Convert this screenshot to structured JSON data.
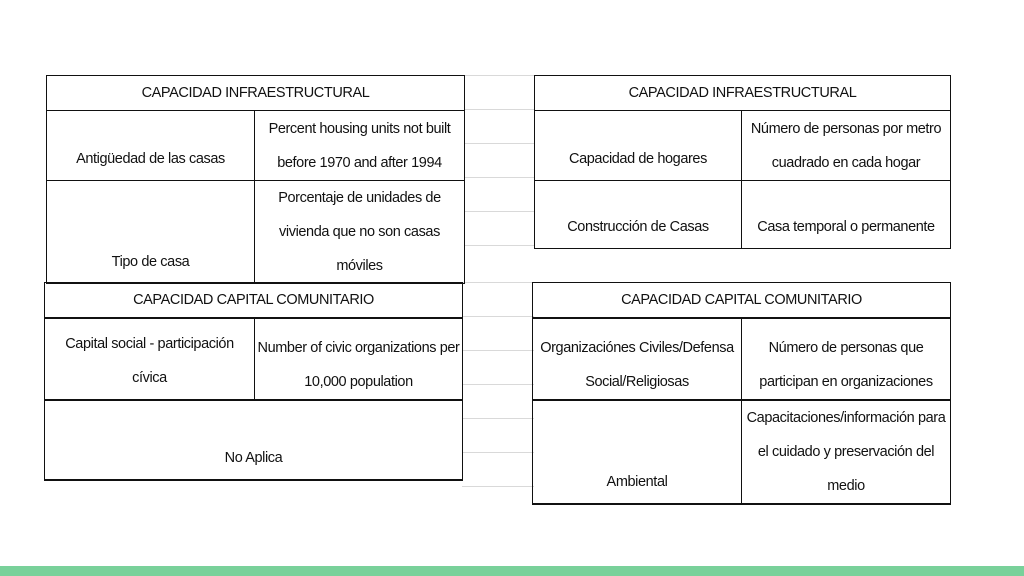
{
  "tables": {
    "infra_en": {
      "header": "CAPACIDAD  INFRAESTRUCTURAL",
      "rows": [
        {
          "left": "Antigüedad de las casas",
          "right": "Percent housing units not built before 1970 and after 1994"
        },
        {
          "left": "Tipo de casa",
          "right": "Porcentaje de unidades de vivienda que no son casas móviles"
        }
      ]
    },
    "infra_es": {
      "header": "CAPACIDAD  INFRAESTRUCTURAL",
      "rows": [
        {
          "left": "Capacidad de hogares",
          "right": "Número de personas por metro cuadrado en cada hogar"
        },
        {
          "left": "Construcción de Casas",
          "right": "Casa temporal o permanente"
        }
      ]
    },
    "capital_en": {
      "header": "CAPACIDAD CAPITAL COMUNITARIO",
      "rows": [
        {
          "left": "Capital social - participación cívica",
          "right": "Number of civic organizations per 10,000 population"
        },
        {
          "merged": "No Aplica"
        }
      ]
    },
    "capital_es": {
      "header": "CAPACIDAD CAPITAL COMUNITARIO",
      "rows": [
        {
          "left": "Organizaciónes Civiles/Defensa Social/Religiosas",
          "right": "Número de personas que participan en organizaciones"
        },
        {
          "left": "Ambiental",
          "right": "Capacitaciones/información para el cuidado y preservación del medio"
        }
      ]
    }
  },
  "footer": {
    "accent_color": "#79d19a"
  }
}
